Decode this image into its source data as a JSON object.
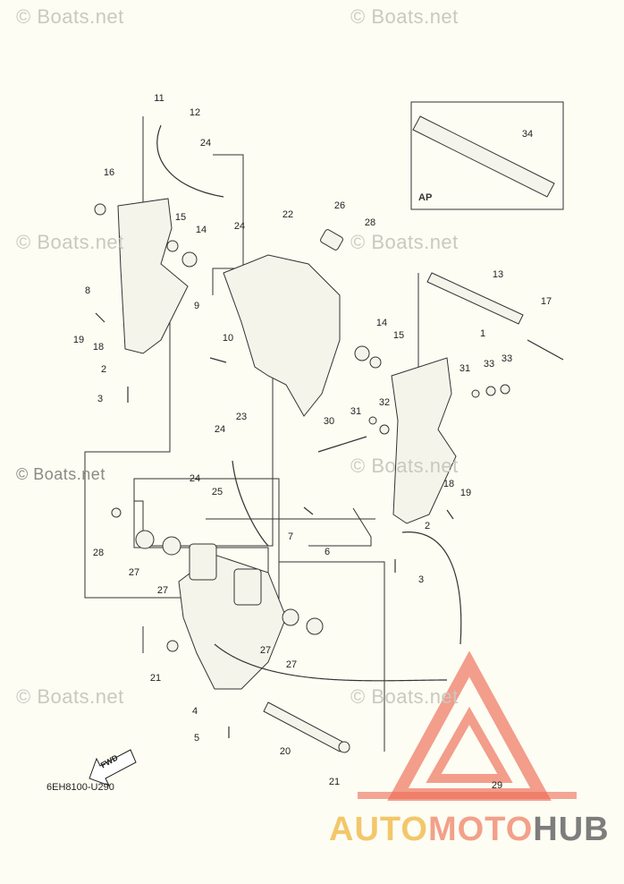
{
  "watermark": "© Boats.net",
  "diagram_code": "6EH8100-U290",
  "inset_label": "AP",
  "fwd_label": "FWD",
  "brand": {
    "part1": "AUTO",
    "part2": "MOTO",
    "part3": "HUB"
  },
  "callouts": [
    "11",
    "12",
    "24",
    "16",
    "15",
    "14",
    "22",
    "26",
    "28",
    "24",
    "8",
    "9",
    "19",
    "18",
    "10",
    "2",
    "3",
    "23",
    "24",
    "24",
    "25",
    "28",
    "27",
    "27",
    "27",
    "27",
    "21",
    "4",
    "5",
    "20",
    "21",
    "13",
    "17",
    "1",
    "31",
    "33",
    "33",
    "14",
    "15",
    "32",
    "31",
    "30",
    "18",
    "19",
    "7",
    "6",
    "2",
    "3",
    "29",
    "34"
  ]
}
